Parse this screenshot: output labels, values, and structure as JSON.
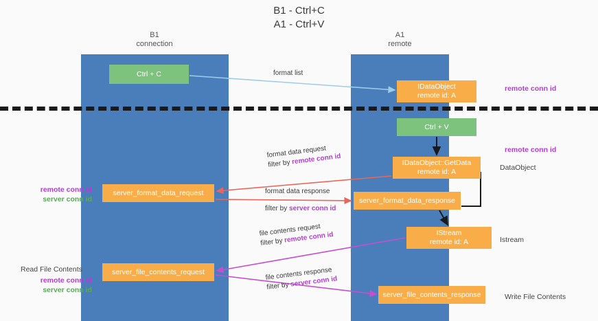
{
  "title": {
    "line1": "B1 - Ctrl+C",
    "line2": "A1 - Ctrl+V"
  },
  "lanes": [
    {
      "name": "B1",
      "role": "connection"
    },
    {
      "name": "A1",
      "role": "remote"
    }
  ],
  "boxes": {
    "ctrl_c": {
      "label": "Ctrl + C",
      "color": "#7dc37d"
    },
    "idataobject": {
      "label": "IDataObject",
      "sub": "remote id: A",
      "color": "#f9ad49"
    },
    "ctrl_v": {
      "label": "Ctrl + V",
      "color": "#7dc37d"
    },
    "getdata": {
      "label": "IDataObject::GetData",
      "sub": "remote id: A",
      "color": "#f9ad49"
    },
    "server_format_data_request": {
      "label": "server_format_data_request",
      "color": "#f9ad49"
    },
    "server_format_data_response": {
      "label": "server_format_data_response",
      "color": "#f9ad49"
    },
    "istream": {
      "label": "IStream",
      "sub": "remote id: A",
      "color": "#f9ad49"
    },
    "server_file_contents_request": {
      "label": "server_file_contents_request",
      "color": "#f9ad49"
    },
    "server_file_contents_response": {
      "label": "server_file_contents_response",
      "color": "#f9ad49"
    }
  },
  "edges": {
    "format_list": {
      "label": "format list"
    },
    "format_data_request": {
      "label": "format data request",
      "filter_prefix": "filter by ",
      "filter_key": "remote conn id"
    },
    "format_data_response": {
      "label": "format data response",
      "filter_prefix": "filter by ",
      "filter_key": "server conn id"
    },
    "file_contents_request": {
      "label": "file contents request",
      "filter_prefix": "filter by ",
      "filter_key": "remote conn id"
    },
    "file_contents_response": {
      "label": "file contents response",
      "filter_prefix": "filter by ",
      "filter_key": "server conn id"
    }
  },
  "annotations": {
    "remote_conn_id_top": "remote conn id",
    "remote_conn_id_mid": "remote conn id",
    "dataobject": "DataObject",
    "istream": "Istream",
    "write_file_contents": "Write File Contents",
    "read_file_contents": "Read File Contents",
    "left_mid_remote": "remote conn id",
    "left_mid_server": "server conn id",
    "left_bot_remote": "remote conn id",
    "left_bot_server": "server conn id"
  },
  "colors": {
    "lane": "#4a7ebb",
    "green_box": "#7dc37d",
    "orange_box": "#f9ad49",
    "purple_text": "#b23fd0",
    "green_text": "#5aa95a",
    "arrow_blue": "#9ecbe8",
    "arrow_red": "#e8665a",
    "arrow_magenta": "#c44fd0",
    "arrow_black": "#1a1a1a",
    "divider": "#1a1a1a"
  }
}
